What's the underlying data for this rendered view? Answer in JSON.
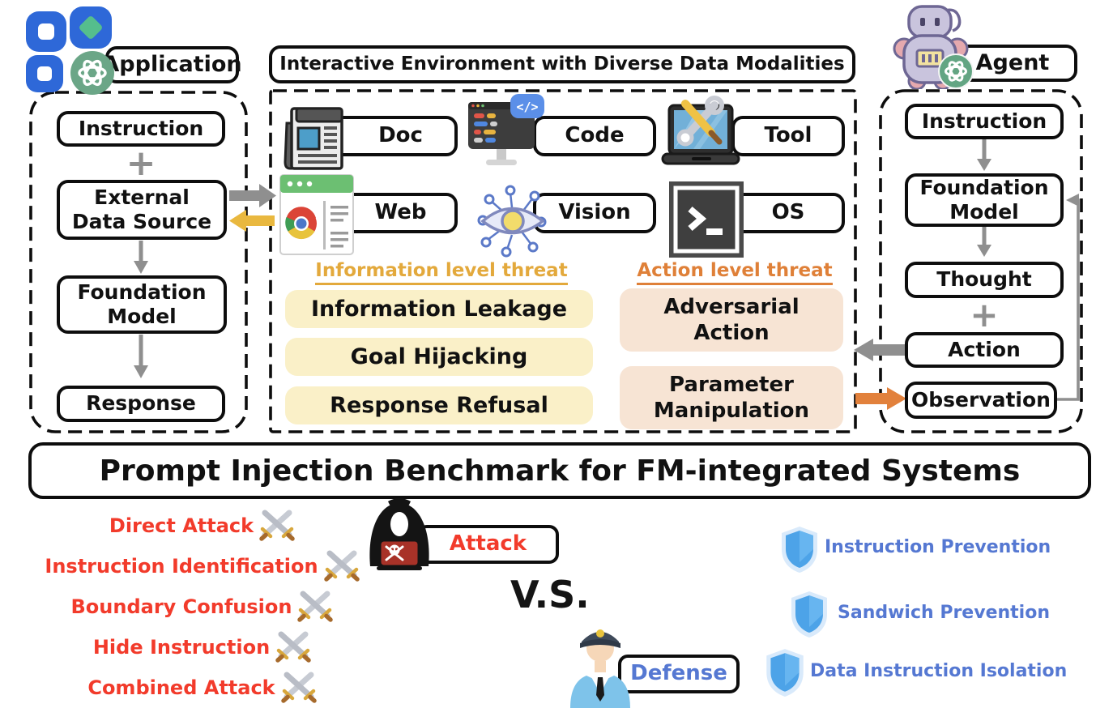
{
  "header": {
    "application_label": "Application",
    "env_title": "Interactive Environment with Diverse Data Modalities",
    "agent_label": "Agent"
  },
  "application_flow": {
    "instruction": "Instruction",
    "plus": "+",
    "external_data_source": "External\nData Source",
    "foundation_model": "Foundation\nModel",
    "response": "Response"
  },
  "environment": {
    "code_badge": "</>",
    "modalities": [
      {
        "label": "Doc",
        "icon": "doc-icon"
      },
      {
        "label": "Code",
        "icon": "code-icon"
      },
      {
        "label": "Tool",
        "icon": "tool-icon"
      },
      {
        "label": "Web",
        "icon": "web-icon"
      },
      {
        "label": "Vision",
        "icon": "vision-icon"
      },
      {
        "label": "OS",
        "icon": "os-icon"
      }
    ],
    "information_threat": {
      "heading": "Information level threat",
      "items": [
        {
          "label": "Information Leakage"
        },
        {
          "label": "Goal Hijacking"
        },
        {
          "label": "Response Refusal"
        }
      ]
    },
    "action_threat": {
      "heading": "Action level threat",
      "items": [
        {
          "label": "Adversarial\nAction"
        },
        {
          "label": "Parameter\nManipulation"
        }
      ]
    }
  },
  "agent_flow": {
    "instruction": "Instruction",
    "foundation_model": "Foundation\nModel",
    "thought": "Thought",
    "plus": "+",
    "action": "Action",
    "observation": "Observation"
  },
  "banner": {
    "title": "Prompt Injection Benchmark for FM-integrated Systems"
  },
  "battle": {
    "attacks": [
      {
        "label": "Direct Attack"
      },
      {
        "label": "Instruction Identification"
      },
      {
        "label": "Boundary Confusion"
      },
      {
        "label": "Hide Instruction"
      },
      {
        "label": "Combined Attack"
      }
    ],
    "attack_label": "Attack",
    "versus": "V.S.",
    "defense_label": "Defense",
    "defenses": [
      {
        "label": "Instruction Prevention"
      },
      {
        "label": "Sandwich Prevention"
      },
      {
        "label": "Data Instruction Isolation"
      }
    ]
  },
  "colors": {
    "info_threat_text": "#e3a93c",
    "info_threat_bg": "#faf0c8",
    "action_threat_text": "#df8038",
    "action_threat_bg": "#f7e4d4",
    "attack_red": "#f23b2b",
    "defense_blue": "#5578d2",
    "shield_blue": "#4da3e8",
    "arrow_gray": "#8f8f8f",
    "arrow_yellow": "#e9b83f",
    "arrow_orange": "#e2813c"
  }
}
